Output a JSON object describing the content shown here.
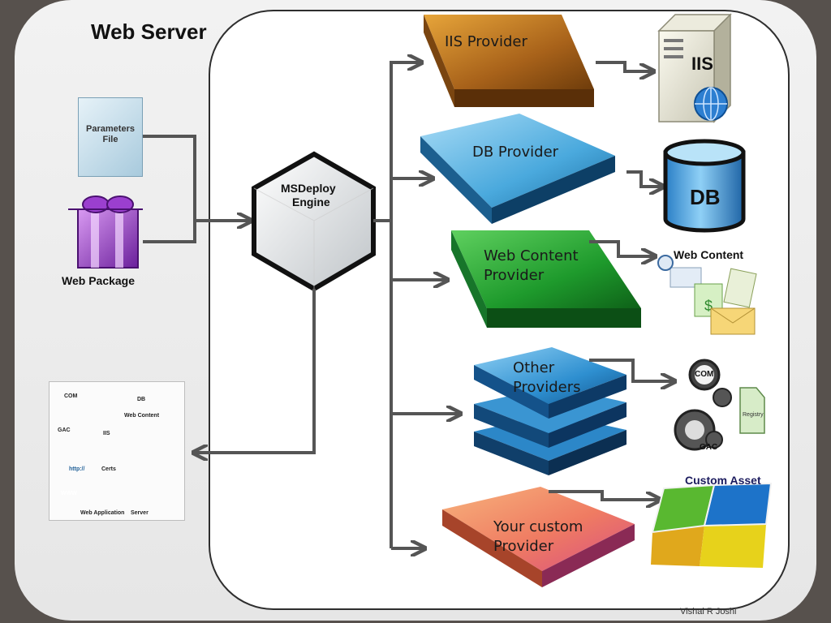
{
  "title": "Web Server",
  "inputs": {
    "parameters_file": "Parameters File",
    "web_package": "Web Package"
  },
  "engine": {
    "line1": "MSDeploy",
    "line2": "Engine"
  },
  "providers": {
    "iis": "IIS Provider",
    "db": "DB Provider",
    "web_content_1": "Web Content",
    "web_content_2": "Provider",
    "other_1": "Other",
    "other_2": "Providers",
    "custom_1": "Your custom",
    "custom_2": "Provider"
  },
  "targets": {
    "iis": "IIS",
    "db": "DB",
    "web_content": "Web Content",
    "com": "COM",
    "registry": "Registry",
    "gac": "GAC",
    "custom_asset": "Custom Asset"
  },
  "thumbnail": {
    "com": "COM",
    "db": "DB",
    "web_content": "Web Content",
    "gac": "GAC",
    "iis": "IIS",
    "certs": "Certs",
    "http": "http://",
    "www": "WWW",
    "web_application": "Web Application",
    "server": "Server"
  },
  "credit": "Vishal R Joshi",
  "colors": {
    "arrow": "#555555",
    "iis_provider": "#c9811f",
    "db_provider": "#3fa6de",
    "web_content_provider": "#2ea12e",
    "other_providers": "#2b86c8",
    "custom_provider": "#ef7e5a"
  }
}
